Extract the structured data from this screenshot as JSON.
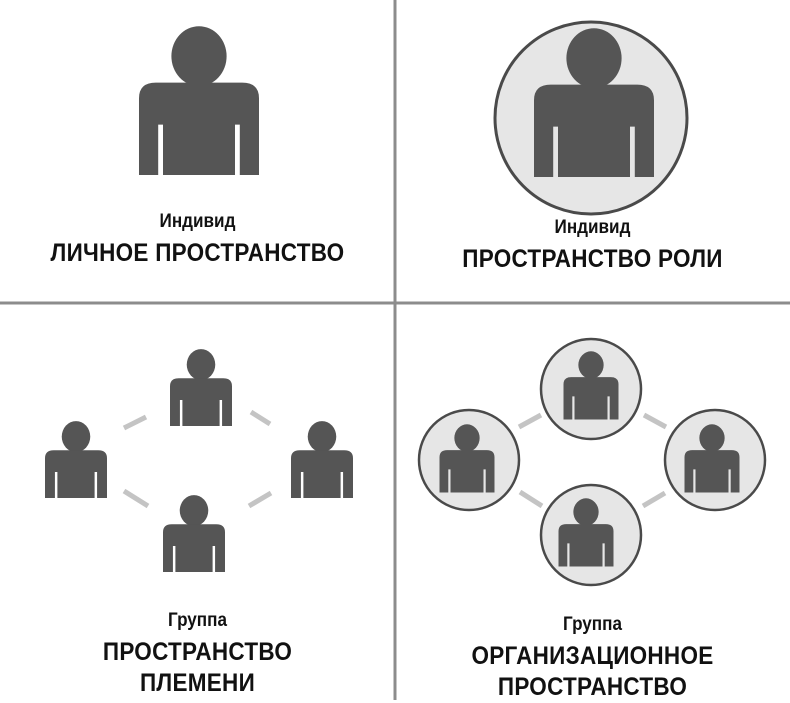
{
  "colors": {
    "figure": "#555555",
    "circle_fill": "#e6e6e6",
    "circle_stroke": "#4a4a4a",
    "divider": "#8c8c8c",
    "connector": "#c4c4c4",
    "text": "#111111"
  },
  "quadrants": {
    "top_left": {
      "subtitle": "Индивид",
      "title": "ЛИЧНОЕ ПРОСТРАНСТВО"
    },
    "top_right": {
      "subtitle": "Индивид",
      "title": "ПРОСТРАНСТВО РОЛИ"
    },
    "bottom_left": {
      "subtitle": "Группа",
      "title_line1": "ПРОСТРАНСТВО",
      "title_line2": "ПЛЕМЕНИ"
    },
    "bottom_right": {
      "subtitle": "Группа",
      "title_line1": "ОРГАНИЗАЦИОННОЕ",
      "title_line2": "ПРОСТРАНСТВО"
    }
  }
}
